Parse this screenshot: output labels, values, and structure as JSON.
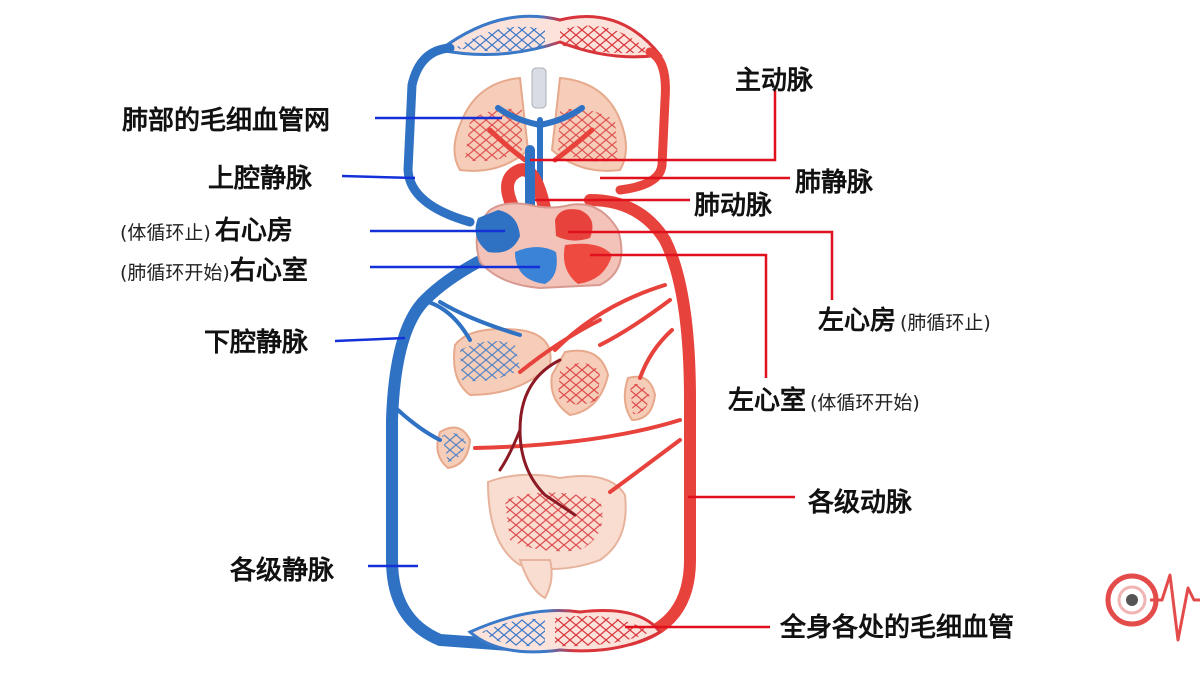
{
  "colors": {
    "artery": "#e8423c",
    "vein": "#2f72c4",
    "blue_leader": "#1430d8",
    "red_leader": "#e0101c",
    "organ_fill": "#f6cdb8",
    "capillary_red": "#d8343a",
    "capillary_blue": "#3a78c8"
  },
  "left_labels": {
    "pulmonary_capillary": "肺部的毛细血管网",
    "superior_vena_cava": "上腔静脉",
    "right_atrium_note": "(体循环止)",
    "right_atrium": "右心房",
    "right_ventricle_note": "(肺循环开始)",
    "right_ventricle": "右心室",
    "inferior_vena_cava": "下腔静脉",
    "veins_all_levels": "各级静脉"
  },
  "right_labels": {
    "aorta": "主动脉",
    "pulmonary_vein": "肺静脉",
    "pulmonary_artery": "肺动脉",
    "left_atrium": "左心房",
    "left_atrium_note": "(肺循环止)",
    "left_ventricle": "左心室",
    "left_ventricle_note": "(体循环开始)",
    "arteries_all_levels": "各级动脉",
    "body_capillary": "全身各处的毛细血管"
  },
  "icons": {
    "logo": "heart-rate-logo-icon"
  }
}
